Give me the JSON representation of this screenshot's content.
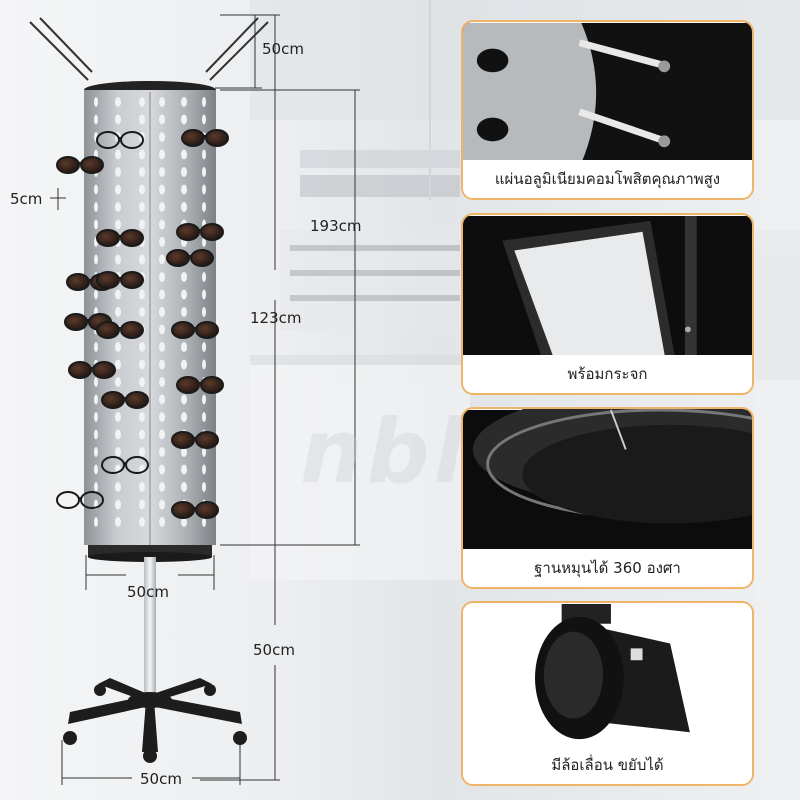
{
  "dimensions": {
    "top_width": "50cm",
    "hook_spacing": "5cm",
    "total_height": "193cm",
    "cylinder_height": "123cm",
    "cylinder_diameter": "50cm",
    "pole_height": "50cm",
    "base_width": "50cm"
  },
  "features": [
    {
      "caption": "แผ่นอลูมิเนียมคอมโพสิตคุณภาพสูง",
      "icon": "aluminum-panel-hooks-photo"
    },
    {
      "caption": "พร้อมกระจก",
      "icon": "mirror-photo"
    },
    {
      "caption": "ฐานหมุนได้ 360 องศา",
      "icon": "rotating-base-photo"
    },
    {
      "caption": "มีล้อเลื่อน ขยับได้",
      "icon": "caster-wheel-photo"
    }
  ],
  "colors": {
    "panel_border": "#f0b468",
    "cylinder": "#b9bcc0",
    "base": "#1d1d1d"
  }
}
